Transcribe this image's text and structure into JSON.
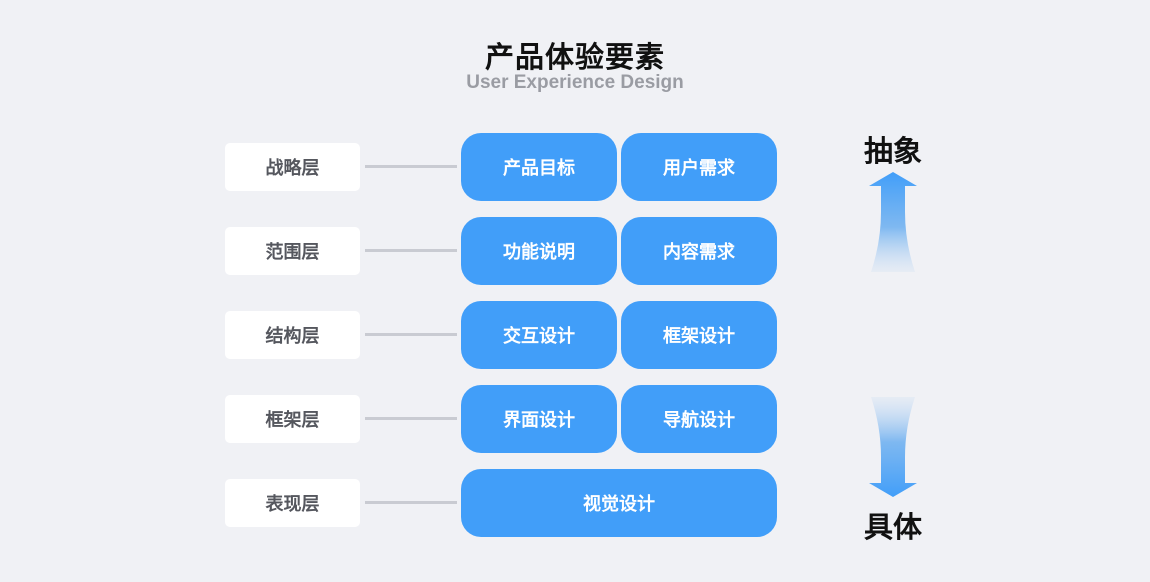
{
  "header": {
    "title": "产品体验要素",
    "subtitle": "User Experience Design"
  },
  "layers": [
    {
      "label": "战略层",
      "items": [
        "产品目标",
        "用户需求"
      ]
    },
    {
      "label": "范围层",
      "items": [
        "功能说明",
        "内容需求"
      ]
    },
    {
      "label": "结构层",
      "items": [
        "交互设计",
        "框架设计"
      ]
    },
    {
      "label": "框架层",
      "items": [
        "界面设计",
        "导航设计"
      ]
    },
    {
      "label": "表现层",
      "items": [
        "视觉设计"
      ]
    }
  ],
  "axis": {
    "top_label": "抽象",
    "bottom_label": "具体",
    "top_icon": "arrow-up-icon",
    "bottom_icon": "arrow-down-icon"
  },
  "colors": {
    "background": "#f0f1f5",
    "box": "#419ef9",
    "label_bg": "#ffffff",
    "label_text": "#55575e",
    "connector": "#c9cbd2",
    "subtitle": "#9a9ca3"
  }
}
